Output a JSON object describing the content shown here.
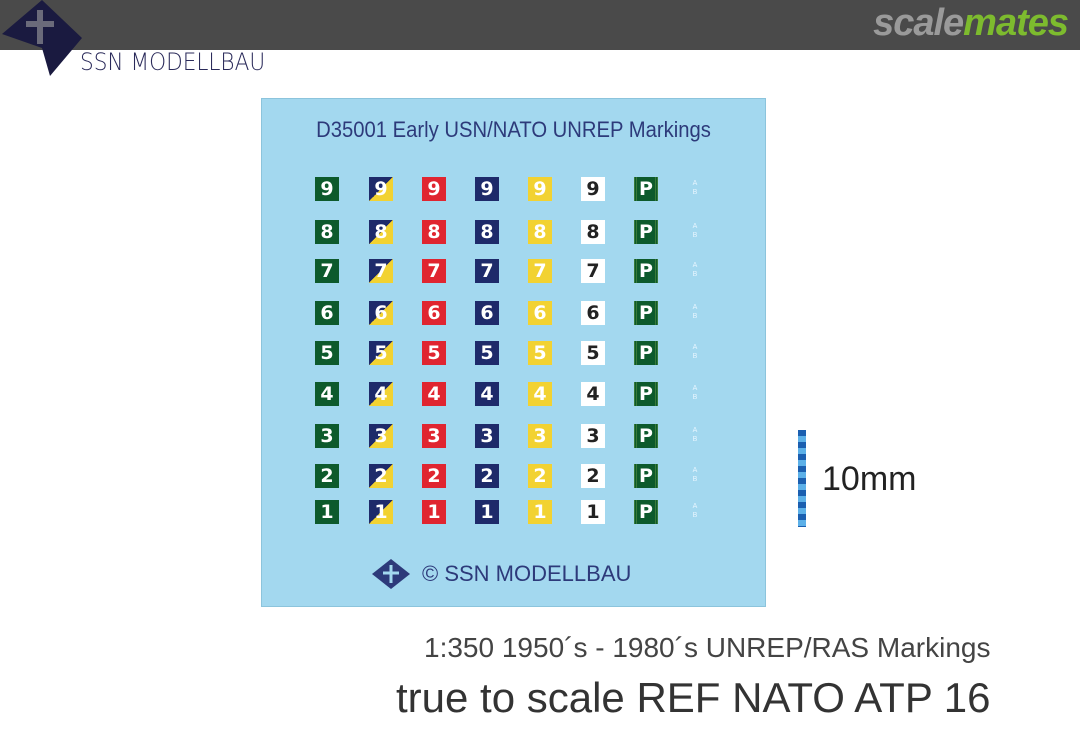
{
  "header": {
    "logo_part1": "scale",
    "logo_part2": "mates",
    "bg_color": "#4a4a4a",
    "accent": "#7dbb2e"
  },
  "brand": {
    "name": "SSN MODELLBAU"
  },
  "sheet": {
    "title": "D35001 Early USN/NATO UNREP Markings",
    "copyright": "© SSN MODELLBAU",
    "numbers": [
      "9",
      "8",
      "7",
      "6",
      "5",
      "4",
      "3",
      "2",
      "1"
    ],
    "columns": [
      {
        "style": "green",
        "bg": "#0d5a2c",
        "fg": "#ffffff"
      },
      {
        "style": "blue-yellow-diagonal",
        "bg": "#1e2a6a",
        "fg": "#ffffff"
      },
      {
        "style": "red",
        "bg": "#e02530",
        "fg": "#ffffff"
      },
      {
        "style": "navy",
        "bg": "#1e2a6a",
        "fg": "#ffffff"
      },
      {
        "style": "yellow",
        "bg": "#f2d232",
        "fg": "#ffffff"
      },
      {
        "style": "white",
        "bg": "#ffffff",
        "fg": "#222222"
      }
    ],
    "p_label": "P",
    "ab_label": [
      "A",
      "B"
    ]
  },
  "scale": {
    "label": "10mm"
  },
  "caption": {
    "line1": "1:350 1950´s - 1980´s UNREP/RAS Markings",
    "line2": "true to scale REF NATO ATP 16"
  }
}
